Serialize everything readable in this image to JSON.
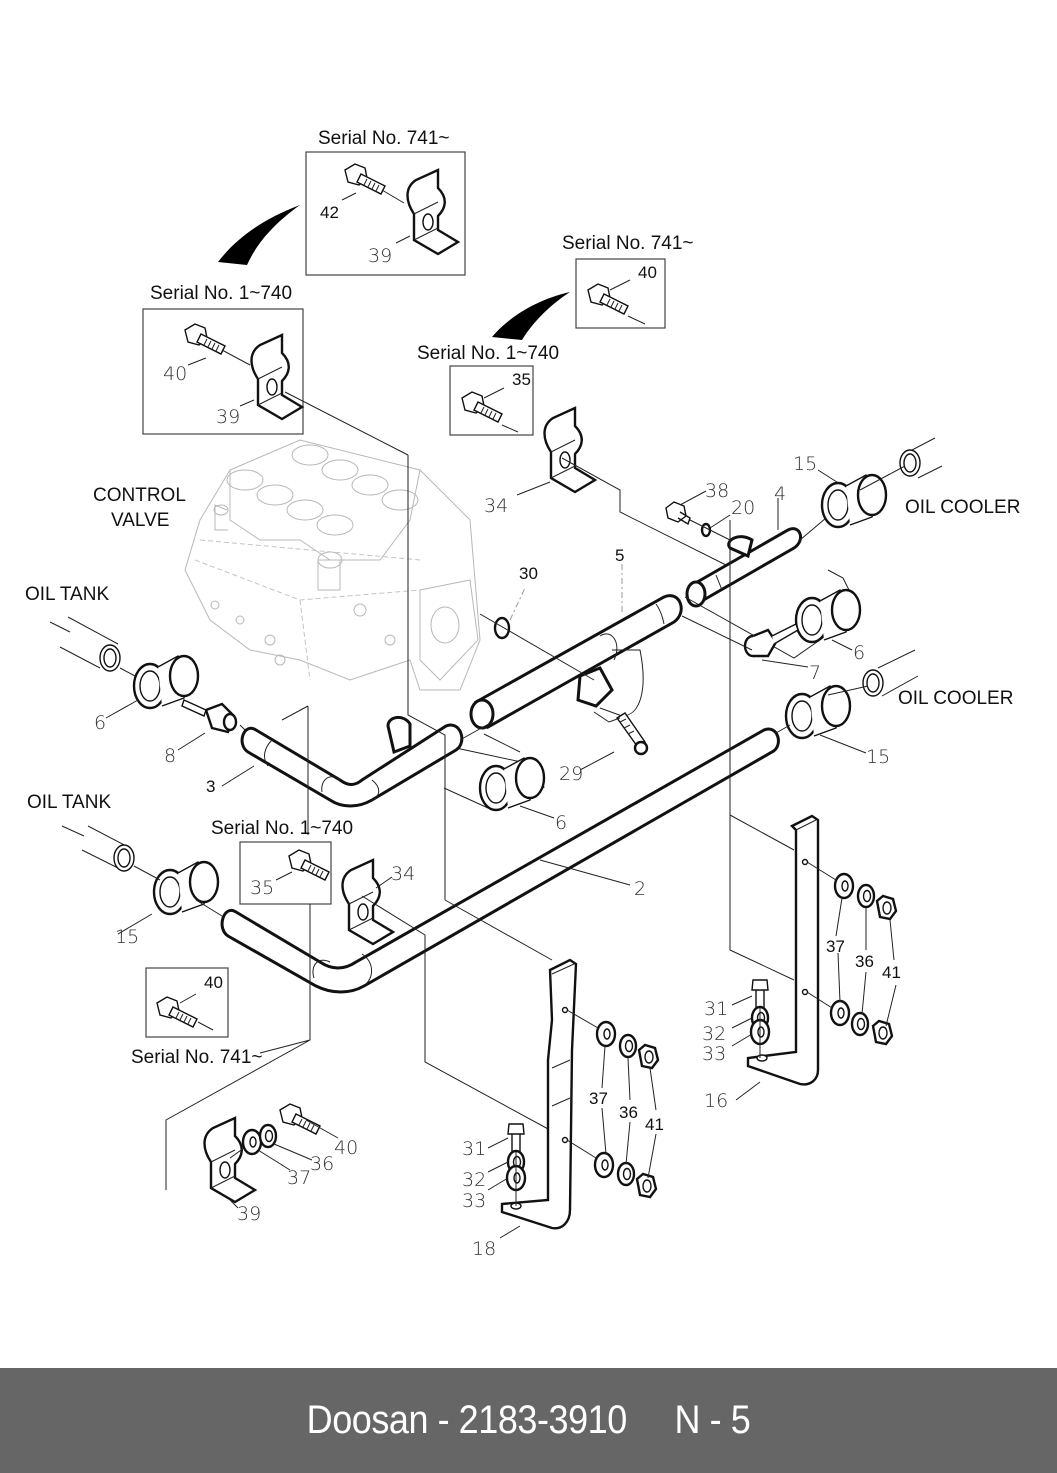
{
  "diagram": {
    "location_labels": {
      "control_valve_line1": "CONTROL",
      "control_valve_line2": "VALVE",
      "oil_tank_upper": "OIL TANK",
      "oil_tank_lower": "OIL TANK",
      "oil_cooler_upper": "OIL COOLER",
      "oil_cooler_lower": "OIL COOLER"
    },
    "serial_notes": {
      "top_center": "Serial No. 741~",
      "top_left": "Serial No. 1~740",
      "upper_right": "Serial No. 741~",
      "mid_center": "Serial No. 1~740",
      "lower_center": "Serial No. 1~740",
      "lower_left": "Serial No. 741~"
    },
    "callouts": {
      "box_top_center_bolt": "42",
      "box_top_center_clamp": "39",
      "box_top_left_bolt": "40",
      "box_top_left_clamp": "39",
      "box_upper_right_bolt": "40",
      "box_mid_center_bolt": "35",
      "clamp_upper": "34",
      "plug": "38",
      "oring_small": "20",
      "pipe_4": "4",
      "flange_upper_right": "15",
      "pipe_5": "5",
      "oring_30": "30",
      "flange_right_6": "6",
      "adapter_7": "7",
      "flange_lower_right": "15",
      "bolt_29": "29",
      "flange_left_6": "6",
      "adapter_8": "8",
      "pipe_3": "3",
      "flange_mid_6": "6",
      "pipe_2": "2",
      "flange_left_15": "15",
      "box_lower_center_bolt": "35",
      "clamp_lower": "34",
      "box_lower_left_bolt": "40",
      "bracket_16": "16",
      "r_bolt_31": "31",
      "r_washer_32": "32",
      "r_washer_33": "33",
      "r_washer_37": "37",
      "r_washer_36": "36",
      "r_nut_41": "41",
      "bracket_18": "18",
      "c_bolt_31": "31",
      "c_washer_32": "32",
      "c_washer_33": "33",
      "c_washer_37": "37",
      "c_washer_36": "36",
      "c_nut_41": "41",
      "ll_clamp_39": "39",
      "ll_washer_37": "37",
      "ll_washer_36": "36",
      "ll_bolt_40": "40"
    }
  },
  "footer": {
    "text": "Doosan - 2183-3910     N - 5"
  }
}
